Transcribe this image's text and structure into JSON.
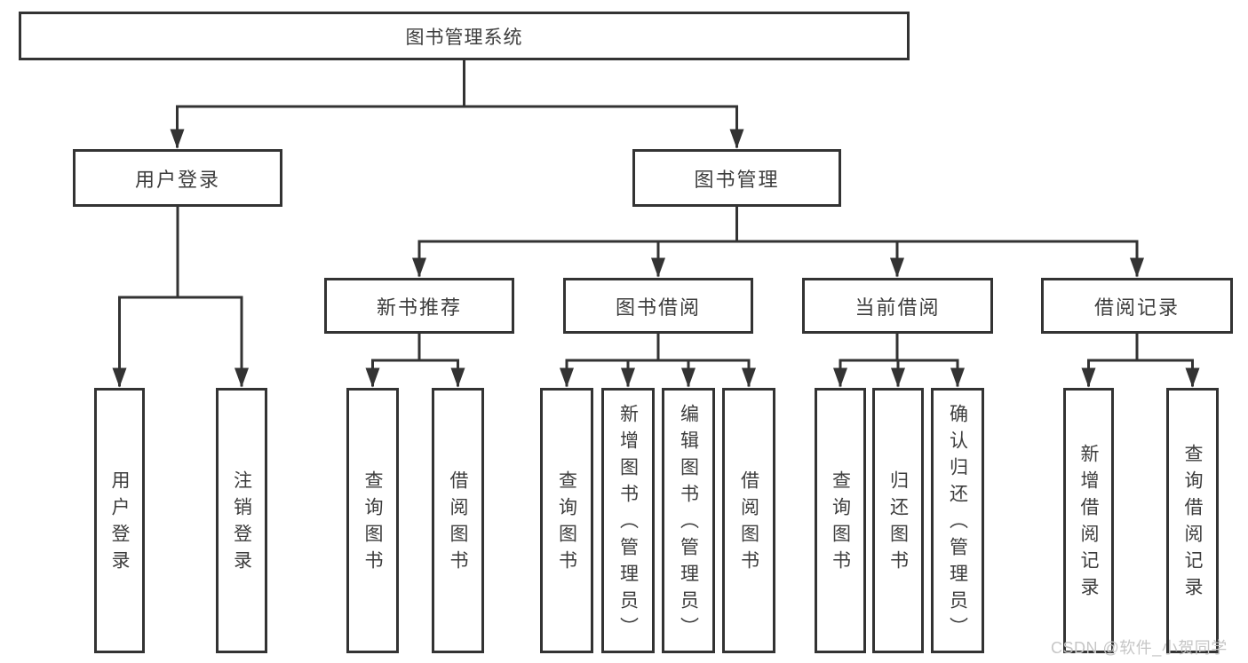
{
  "diagram": {
    "root": {
      "label": "图书管理系统"
    },
    "level2": [
      {
        "label": "用户登录"
      },
      {
        "label": "图书管理"
      }
    ],
    "level3": [
      {
        "label": "新书推荐"
      },
      {
        "label": "图书借阅"
      },
      {
        "label": "当前借阅"
      },
      {
        "label": "借阅记录"
      }
    ],
    "groups": [
      {
        "leaves": [
          "用户登录",
          "注销登录"
        ]
      },
      {
        "leaves": [
          "查询图书",
          "借阅图书"
        ]
      },
      {
        "leaves": [
          "查询图书",
          "新增图书（管理员）",
          "编辑图书（管理员）",
          "借阅图书"
        ]
      },
      {
        "leaves": [
          "查询图书",
          "归还图书",
          "确认归还（管理员）"
        ]
      },
      {
        "leaves": [
          "新增借阅记录",
          "查询借阅记录"
        ]
      }
    ]
  },
  "watermark": {
    "text": "CSDN @软件_小贺同学"
  },
  "colors": {
    "line": "#333333",
    "text": "#3d3d3d",
    "watermark": "#c6c6c6",
    "background": "#ffffff"
  }
}
